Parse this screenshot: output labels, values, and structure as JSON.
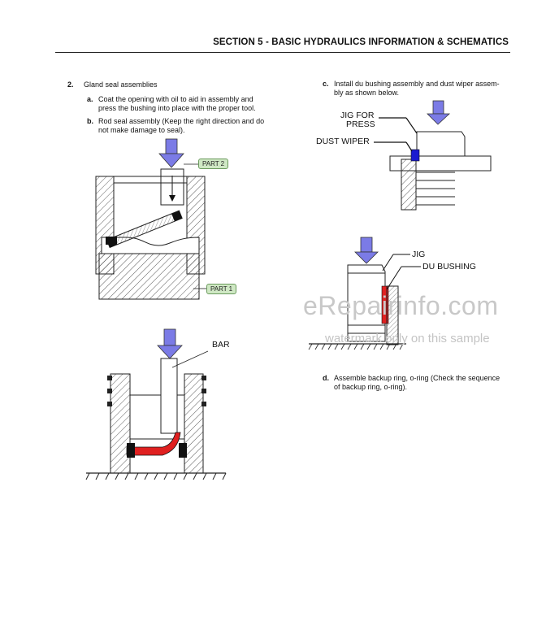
{
  "header": {
    "title": "SECTION 5 - BASIC HYDRAULICS INFORMATION & SCHEMATICS"
  },
  "step2": {
    "number": "2.",
    "title": "Gland seal assemblies",
    "a_marker": "a.",
    "a_line1": "Coat the opening with oil to aid in assembly and",
    "a_line2": "press the bushing into place with the proper tool.",
    "b_marker": "b.",
    "b_line1": "Rod seal assembly (Keep the right direction and do",
    "b_line2": "not make damage to seal)."
  },
  "step_c": {
    "marker": "c.",
    "line1": "Install du bushing assembly and dust wiper assem-",
    "line2": "bly as shown below."
  },
  "step_d": {
    "marker": "d.",
    "line1": "Assemble backup ring, o-ring (Check the sequence",
    "line2": "of backup ring, o-ring)."
  },
  "labels": {
    "part2": "PART 2",
    "part1": "PART 1",
    "bar": "BAR",
    "jig_for": "JIG FOR",
    "press": "PRESS",
    "dust_wiper": "DUST WIPER",
    "jig": "JIG",
    "du_bushing": "DU BUSHING"
  },
  "watermark": {
    "line1": "eRepairinfo.com",
    "line2": "watermark only on this sample"
  },
  "colors": {
    "arrow": "#7b7be6",
    "seal_red": "#e02020",
    "seal_blue": "#1a1ad0",
    "tag_green": "#cfe8c4"
  }
}
